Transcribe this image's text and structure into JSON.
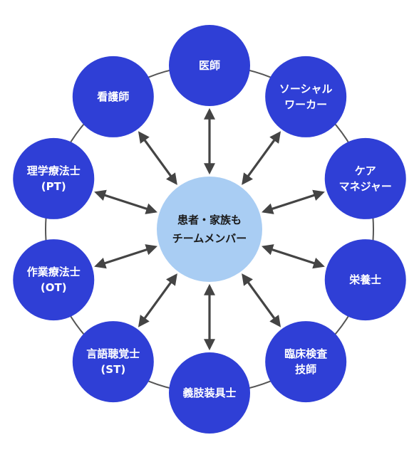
{
  "center": {
    "lines": [
      "患者・家族も",
      "チームメンバー"
    ],
    "fill": "#a9cdf3",
    "text_color": "#1a1a1a"
  },
  "members": [
    {
      "id": "doctor",
      "lines": [
        "医師"
      ]
    },
    {
      "id": "social-worker",
      "lines": [
        "ソーシャル",
        "ワーカー"
      ]
    },
    {
      "id": "care-manager",
      "lines": [
        "ケア",
        "マネジャー"
      ]
    },
    {
      "id": "dietitian",
      "lines": [
        "栄養士"
      ]
    },
    {
      "id": "lab-technician",
      "lines": [
        "臨床検査",
        "技師"
      ]
    },
    {
      "id": "prosthetist",
      "lines": [
        "義肢装具士"
      ]
    },
    {
      "id": "speech-therapist",
      "lines": [
        "言語聴覚士",
        "(ST)"
      ]
    },
    {
      "id": "occupational-therapist",
      "lines": [
        "作業療法士",
        "(OT)"
      ]
    },
    {
      "id": "physical-therapist",
      "lines": [
        "理学療法士",
        "(PT)"
      ]
    },
    {
      "id": "nurse",
      "lines": [
        "看護師"
      ]
    }
  ],
  "colors": {
    "member_fill": "#2f3fd6",
    "member_text": "#ffffff",
    "ring": "#555555",
    "arrow": "#444444",
    "background": "#ffffff"
  }
}
